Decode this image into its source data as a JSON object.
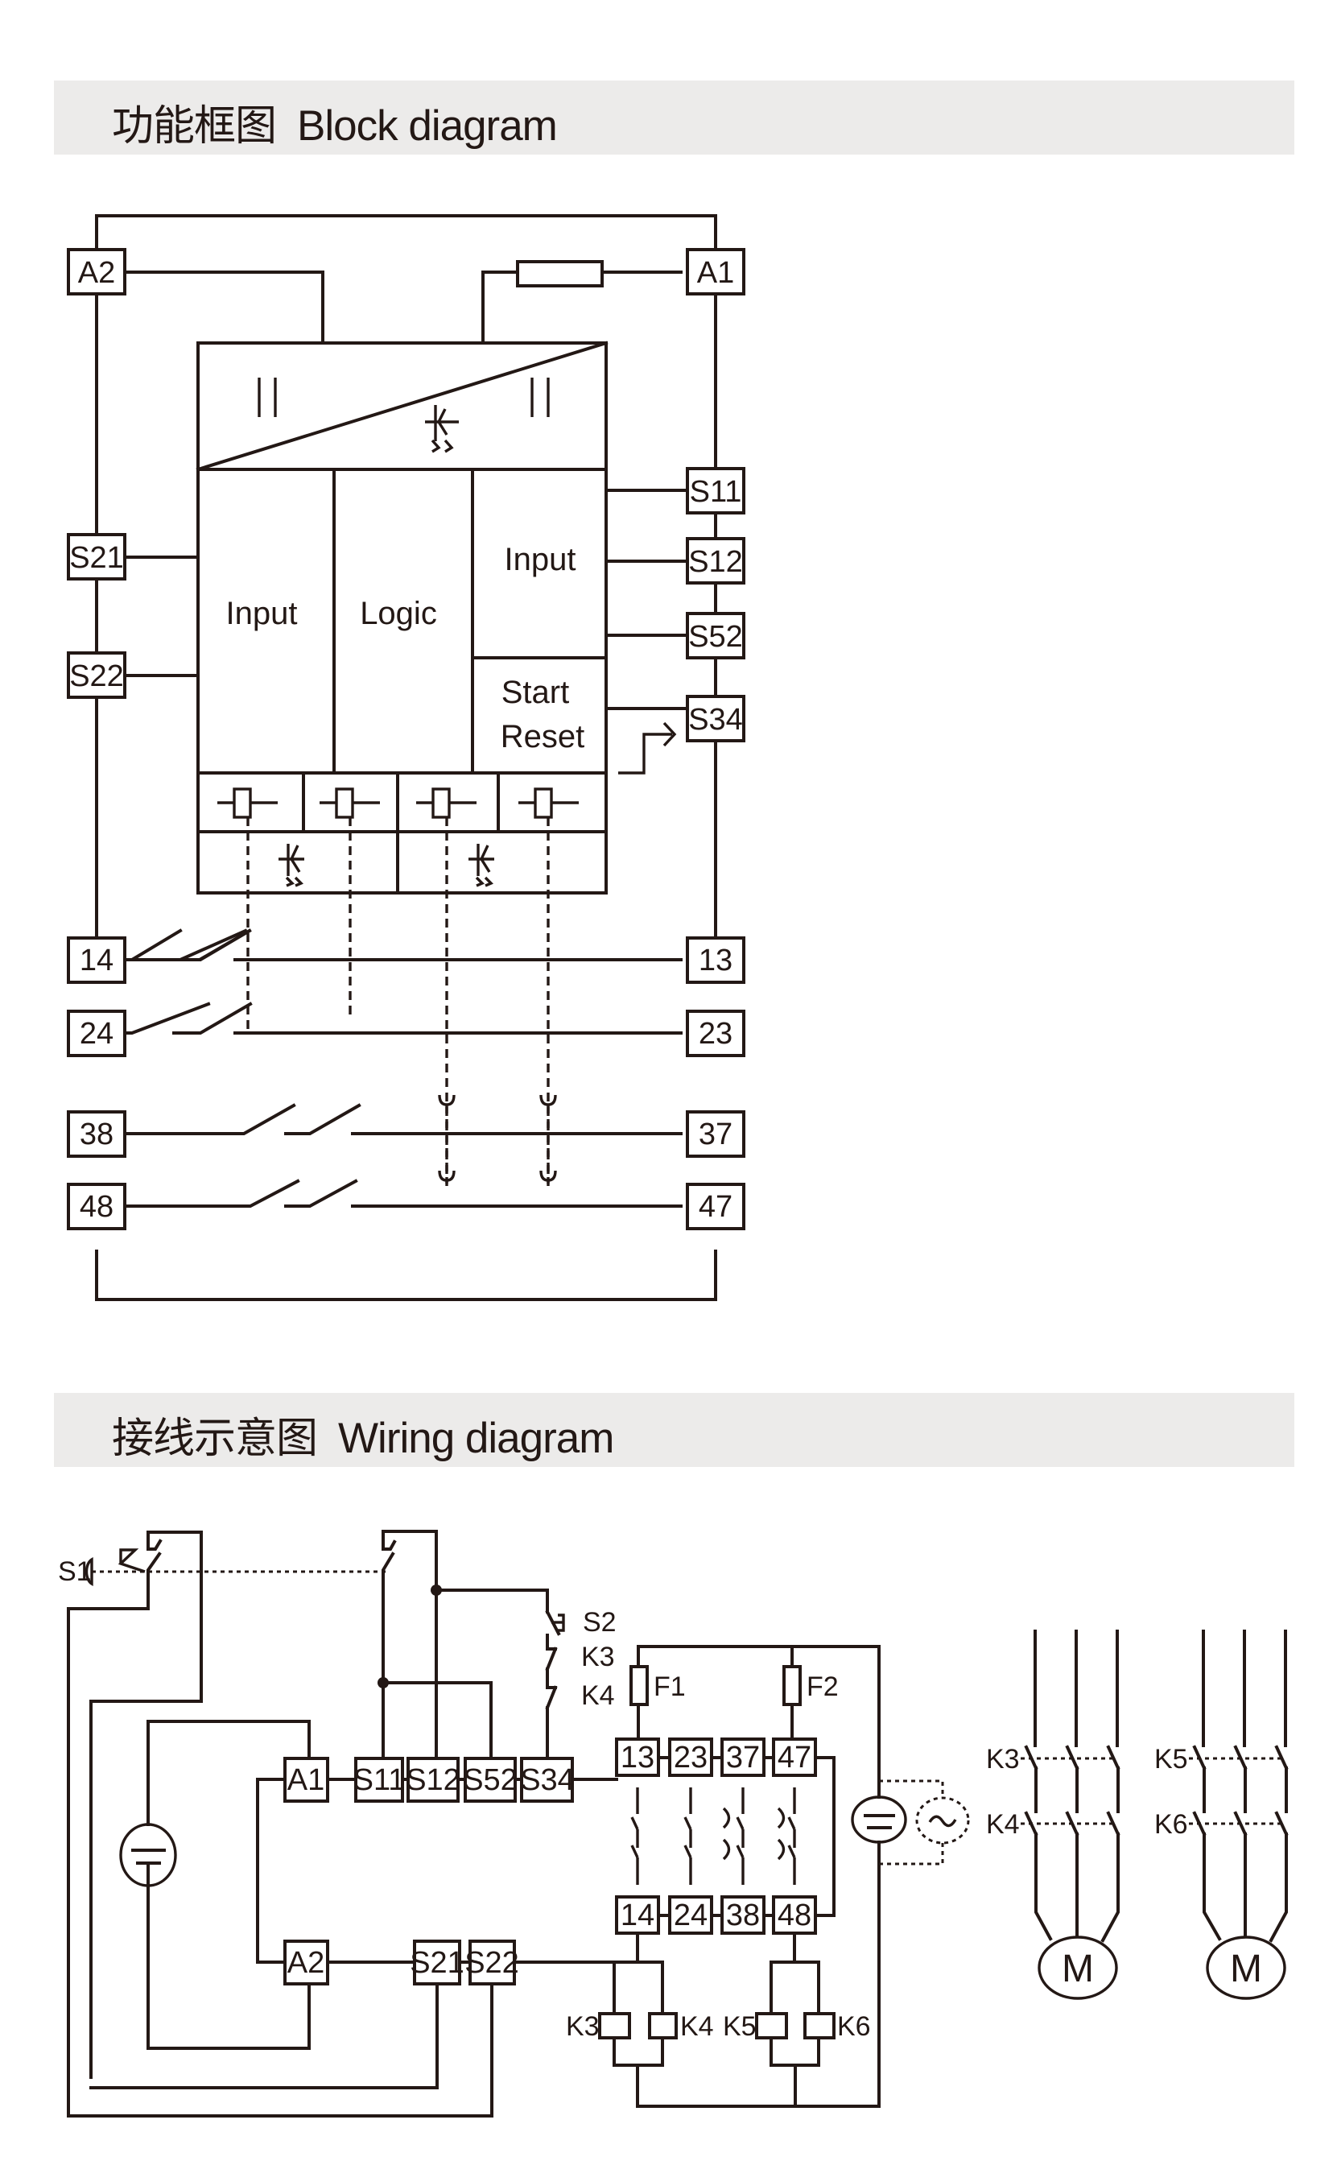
{
  "sections": {
    "block": {
      "title_zh": "功能框图",
      "title_en": "Block diagram"
    },
    "wiring": {
      "title_zh": "接线示意图",
      "title_en": "Wiring diagram"
    }
  },
  "block_diagram": {
    "terminals_left": [
      "A2",
      "S21",
      "S22",
      "14",
      "24",
      "38",
      "48"
    ],
    "terminals_right": [
      "A1",
      "S11",
      "S12",
      "S52",
      "S34",
      "13",
      "23",
      "37",
      "47"
    ],
    "blocks": {
      "input_left": "Input",
      "logic": "Logic",
      "input_right": "Input",
      "start": "Start",
      "reset": "Reset"
    },
    "icons": [
      "fuse-icon",
      "power-supply-icon",
      "relay-coil-icon",
      "contact-icon"
    ]
  },
  "wiring_diagram": {
    "top_terminals": [
      "A1",
      "S11",
      "S12",
      "S52",
      "S34",
      "13",
      "23",
      "37",
      "47"
    ],
    "bottom_terminals": [
      "A2",
      "S21",
      "S22",
      "14",
      "24",
      "38",
      "48"
    ],
    "switches": {
      "s1": "S1",
      "s2": "S2",
      "k3": "K3",
      "k4": "K4"
    },
    "fuses": [
      "F1",
      "F2"
    ],
    "coils": [
      "K3",
      "K4",
      "K5",
      "K6"
    ],
    "motor_contactors": [
      "K3",
      "K4",
      "K5",
      "K6"
    ],
    "motor_label": "M"
  }
}
